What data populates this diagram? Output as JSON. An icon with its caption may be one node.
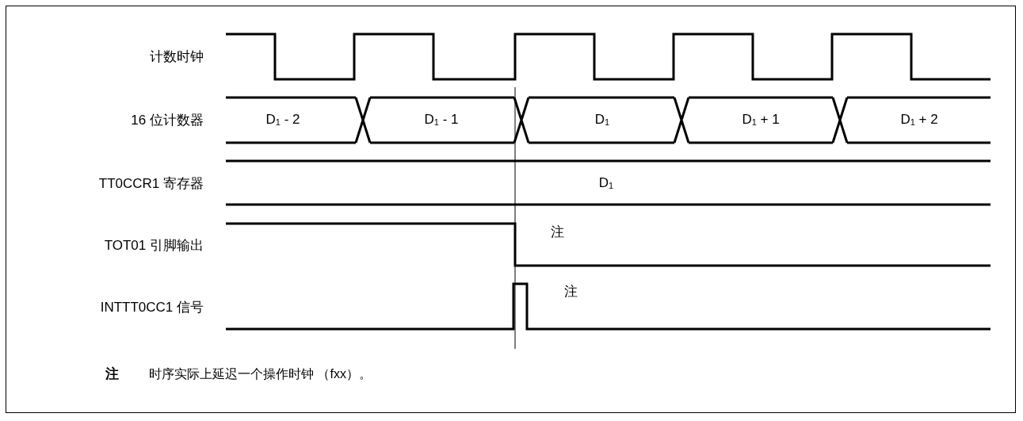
{
  "diagram": {
    "labels": [
      "计数时钟",
      "16 位计数器",
      "D$_{1}$ - 2",
      "D$_{1}$ - 1",
      "D$_{1}$",
      "D$_{1}$ + 1",
      "D$_{1}$ + 2",
      "TT0CCR1 寄存器",
      "D$_{1}$",
      "TOT01 引脚输出",
      "注",
      "INTTT0CC1 信号",
      "注",
      "注",
      "时序实际上延迟一个操作时钟 （fxx）。"
    ]
  }
}
